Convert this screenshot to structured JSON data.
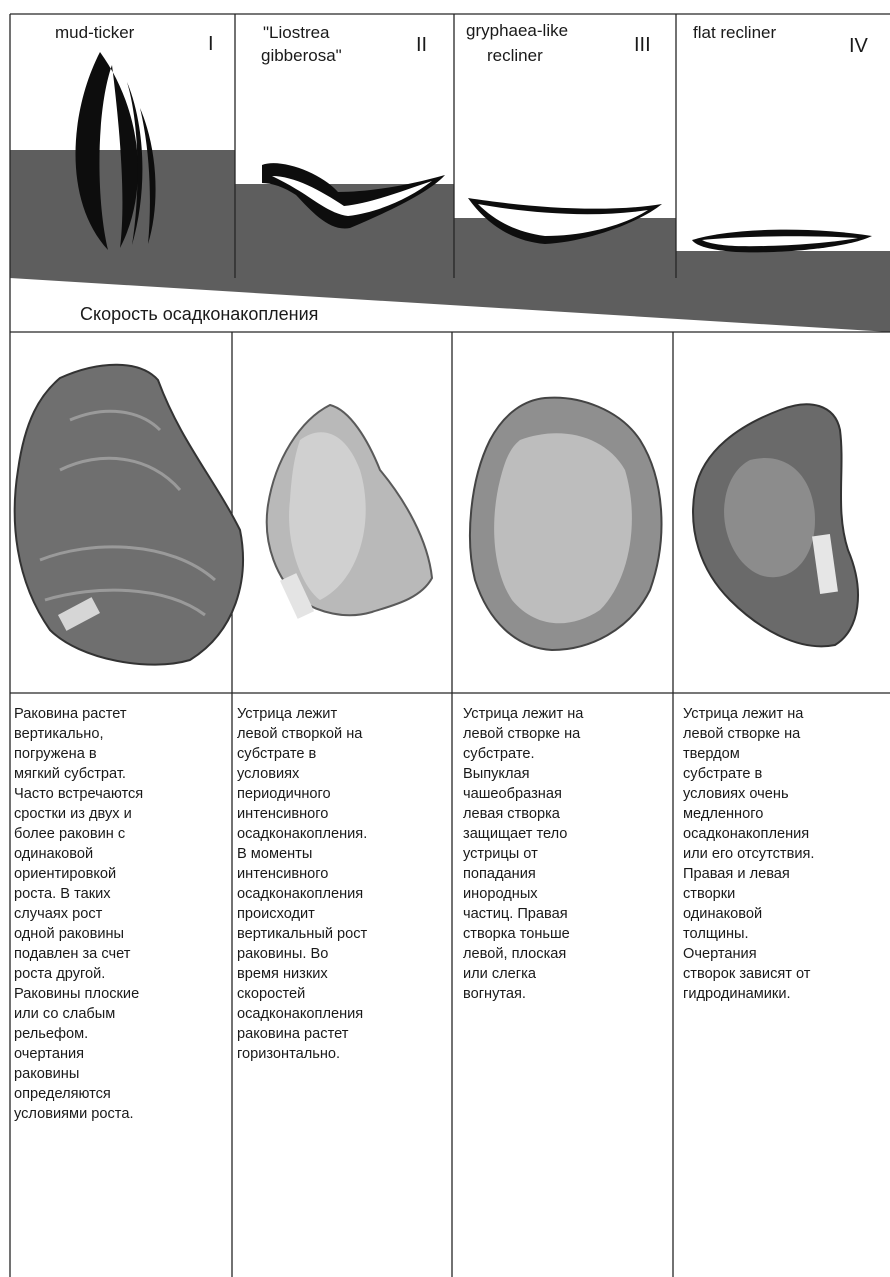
{
  "colors": {
    "sediment": "#5e5e5e",
    "shell": "#0d0d0d",
    "line": "#262626",
    "fossil_dark": "#6f6f6f",
    "fossil_light": "#b9b9b9"
  },
  "columns": [
    {
      "title_lines": [
        "mud-ticker"
      ],
      "numeral": "I",
      "description": "Раковина растет\nвертикально,\nпогружена в\nмягкий субстрат.\nЧасто встречаются\nсростки из двух и\nболее раковин с\nодинаковой\nориентировкой\nроста. В таких\nслучаях рост\nодной раковины\nподавлен за счет\nроста другой.\nРаковины плоские\nили со слабым\nрельефом.\nочертания\nраковины\nопределяются\nусловиями роста."
    },
    {
      "title_lines": [
        "\"Liostrea",
        "gibberosa\""
      ],
      "numeral": "II",
      "description": "Устрица лежит\nлевой створкой на\nсубстрате в\nусловиях\nпериодичного\nинтенсивного\nосадконакопления.\nВ моменты\nинтенсивного\nосадконакопления\nпроисходит\nвертикальный рост\nраковины. Во\nвремя низких\nскоростей\nосадконакопления\nраковина растет\nгоризонтально."
    },
    {
      "title_lines": [
        "gryphaea-like",
        "recliner"
      ],
      "numeral": "III",
      "description": "Устрица лежит на\nлевой створке на\nсубстрате.\nВыпуклая\nчашеобразная\nлевая створка\nзащищает тело\nустрицы от\nпопадания\nинородных\nчастиц. Правая\nстворка тоньше\nлевой, плоская\nили слегка\nвогнутая."
    },
    {
      "title_lines": [
        "flat recliner"
      ],
      "numeral": "IV",
      "description": "Устрица лежит на\nлевой створке на\nтвердом\nсубстрате в\nусловиях очень\nмедленного\nосадконакопления\nили его отсутствия.\nПравая и левая\nстворки\nодинаковой\nтолщины.\nОчертания\nстворок зависят от\nгидродинамики."
    }
  ],
  "rate_label": "Скорость осадконакопления"
}
